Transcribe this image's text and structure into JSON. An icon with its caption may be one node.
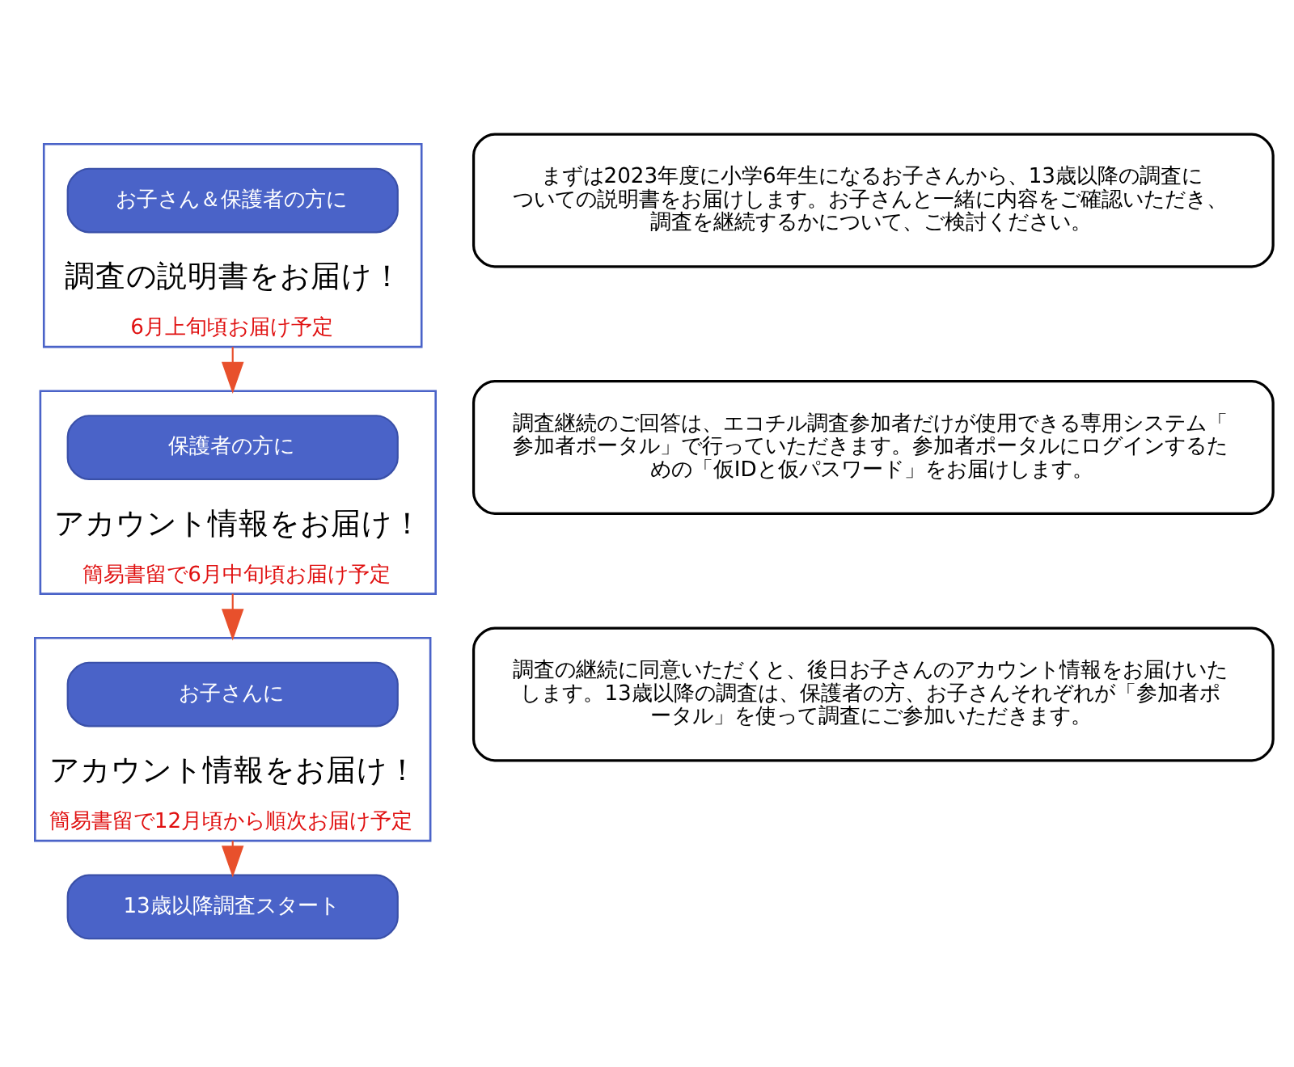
{
  "diagram": {
    "nodes": [
      {
        "text": [
          "調査の説明書をお届け！",
          "6月上旬頃お届け予定"
        ]
      },
      {
        "text": [
          "お子さん＆保護者の方に"
        ],
        "in": 0
      },
      {
        "text": [
          "まずは2023年度に小学6年生になるお子さんから、13歳以降の調査についての説明書をお届けします。お子さんと一緒に内容をご確認いただき、調査を継続するかについて、ご検討ください。"
        ]
      },
      {
        "text": [
          "アカウント情報をお届け！",
          "簡易書留で6月中旬頃お届け予定"
        ]
      },
      {
        "text": [
          "保護者の方に"
        ],
        "in": 3
      },
      {
        "text": [
          "調査継続のご回答は、エコチル調査参加者だけが使用できる専用システム「参加者ポータル」で行っていただきます。参加者ポータルにログインするための「仮IDと仮パスワード」をお届けします。"
        ]
      },
      {
        "text": [
          "アカウント情報をお届け！",
          "簡易書留で12月頃から順次お届け予定"
        ]
      },
      {
        "text": [
          "お子さんに"
        ],
        "in": 6
      },
      {
        "text": [
          "調査の継続に同意いただくと、後日お子さんのアカウント情報をお届けいたします。13歳以降の調査は、保護者の方、お子さんそれぞれが「参加者ポータル」を使って調査にご参加いただきます。"
        ]
      },
      {
        "text": [
          "13歳以降調査スタート"
        ]
      }
    ],
    "edges": [
      {
        "from": 0,
        "to": 3,
        "arrow": "to",
        "color": "#e8502c"
      },
      {
        "from": 3,
        "to": 6,
        "arrow": "to",
        "color": "#e8502c"
      },
      {
        "from": 6,
        "to": 9,
        "arrow": "to",
        "color": "#e8502c"
      }
    ]
  }
}
